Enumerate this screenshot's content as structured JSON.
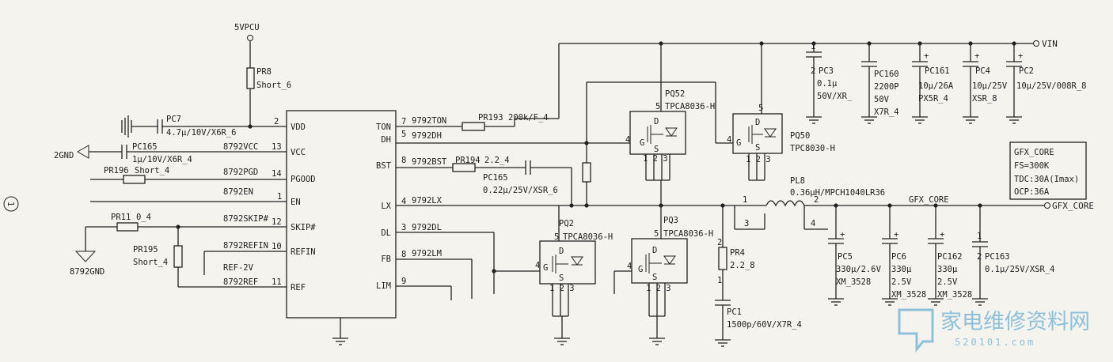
{
  "ic": {
    "left_pins": [
      {
        "num": "2",
        "name": "VDD"
      },
      {
        "num": "13",
        "name": "VCC"
      },
      {
        "num": "14",
        "name": "PGOOD"
      },
      {
        "num": "1",
        "name": "EN"
      },
      {
        "num": "12",
        "name": "SKIP#"
      },
      {
        "num": "10",
        "name": "REFIN"
      },
      {
        "num": "11",
        "name": "REF"
      }
    ],
    "right_pins": [
      {
        "num": "7",
        "name": "TON"
      },
      {
        "num": "5",
        "name": "DH"
      },
      {
        "num": "8",
        "name": "BST"
      },
      {
        "num": "4",
        "name": "LX"
      },
      {
        "num": "3",
        "name": "DL"
      },
      {
        "num": "8",
        "name": "FB"
      },
      {
        "num": "9",
        "name": "LIM"
      }
    ]
  },
  "nets": {
    "vpcu": "5VPCU",
    "gnd2": "2GND",
    "gnd8792": "8792GND",
    "vin": "VIN",
    "gfx_core": "GFX_CORE",
    "vcc": "8792VCC",
    "pgd": "8792PGD",
    "en": "8792EN",
    "skip": "8792SKIP#",
    "refin": "8792REFIN",
    "ref2v": "REF-2V",
    "ref": "8792REF",
    "ton": "9792TON",
    "dh": "9792DH",
    "bst": "9792BST",
    "lx": "9792LX",
    "dl": "9792DL",
    "lm": "9792LM"
  },
  "parts": {
    "pr8": {
      "ref": "PR8",
      "val": "Short_6"
    },
    "pc7": {
      "ref": "PC7",
      "val": "4.7μ/10V/X6R_6"
    },
    "pc165a": {
      "ref": "PC165",
      "val": "1μ/10V/X6R_4"
    },
    "pr196": {
      "ref": "PR196",
      "val": "Short_4"
    },
    "pr11": {
      "ref": "PR11",
      "val": "0_4"
    },
    "pr195": {
      "ref": "PR195",
      "val": "Short_4"
    },
    "pr193": {
      "ref": "PR193",
      "val": "200k/F_4"
    },
    "pr194": {
      "ref": "PR194",
      "val": "2.2_4"
    },
    "pc165b": {
      "ref": "PC165",
      "val": "0.22μ/25V/XSR_6"
    },
    "pq52": {
      "ref": "PQ52",
      "val": "TPCA8036-H"
    },
    "pq50": {
      "ref": "PQ50",
      "val": "TPC8030-H"
    },
    "pq2": {
      "ref": "PQ2",
      "val": "TPCA8036-H"
    },
    "pq3": {
      "ref": "PQ3",
      "val": "TPCA8036-H"
    },
    "pr4": {
      "ref": "PR4",
      "val": "2.2_8"
    },
    "pc1": {
      "ref": "PC1",
      "val": "1500p/60V/X7R_4"
    },
    "pl8": {
      "ref": "PL8",
      "val": "0.36μH/MPCH1040LR36"
    },
    "pc3": {
      "ref": "PC3",
      "val1": "0.1μ",
      "val2": "50V/XR_"
    },
    "pc160": {
      "ref": "PC160",
      "val1": "2200P",
      "val2": "50V",
      "val3": "X7R_4"
    },
    "pc161": {
      "ref": "PC161",
      "val1": "10μ/26A",
      "val2": "PX5R_4"
    },
    "pc4": {
      "ref": "PC4",
      "val1": "10μ/25V",
      "val2": "XSR_8"
    },
    "pc2": {
      "ref": "PC2",
      "val1": "10μ/25V/008R_8"
    },
    "pc5": {
      "ref": "PC5",
      "val1": "330μ/2.6V",
      "val2": "XM_3528"
    },
    "pc6": {
      "ref": "PC6",
      "val1": "330μ",
      "val2": "2.5V",
      "val3": "XM_3528"
    },
    "pc162": {
      "ref": "PC162",
      "val1": "330μ",
      "val2": "2.5V",
      "val3": "XM_3528"
    },
    "pc163": {
      "ref": "PC163",
      "val1": "0.1μ/25V/XSR_4"
    }
  },
  "spec_box": [
    "GFX_CORE",
    "FS=300K",
    "TDC:30A(Imax)",
    "OCP:36A"
  ],
  "side_mark": "1",
  "watermark": {
    "cn": "家电维修资料网",
    "url": "520101.com"
  }
}
